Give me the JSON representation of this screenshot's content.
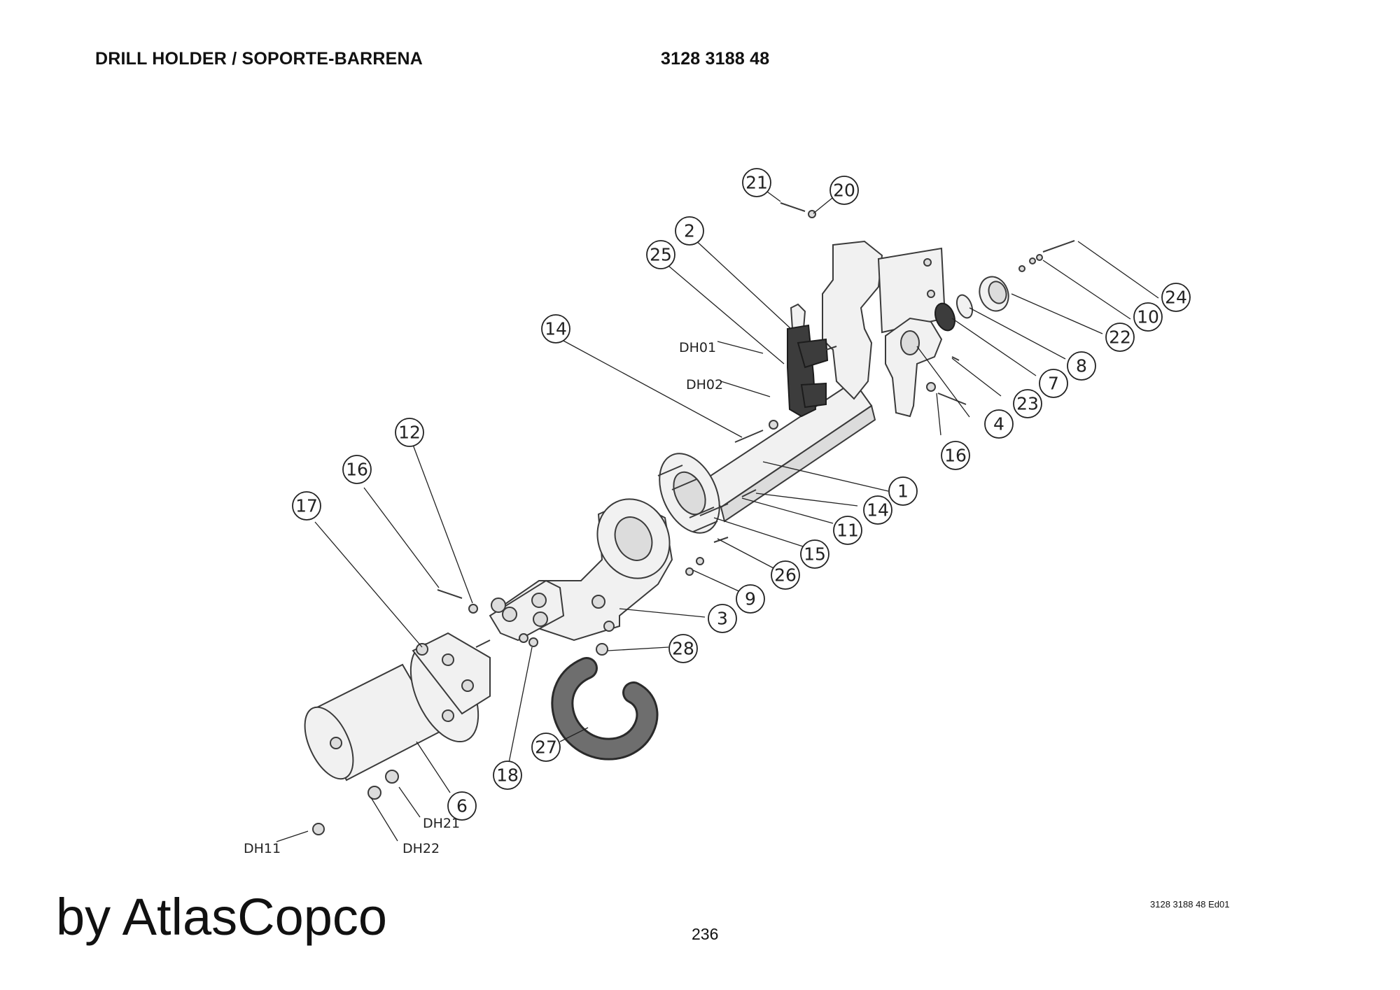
{
  "header": {
    "title": "DRILL HOLDER / SOPORTE-BARRENA",
    "part_number": "3128 3188 48"
  },
  "footer": {
    "brand": "by AtlasCopco",
    "page_number": "236",
    "edition": "3128 3188 48 Ed01"
  },
  "callouts": [
    "21",
    "20",
    "2",
    "25",
    "14",
    "1",
    "14",
    "11",
    "15",
    "26",
    "9",
    "3",
    "28",
    "27",
    "18",
    "6",
    "17",
    "16",
    "12",
    "24",
    "10",
    "22",
    "8",
    "7",
    "23",
    "4",
    "16"
  ],
  "code_labels": [
    "DH01",
    "DH02",
    "DH11",
    "DH21",
    "DH22"
  ]
}
